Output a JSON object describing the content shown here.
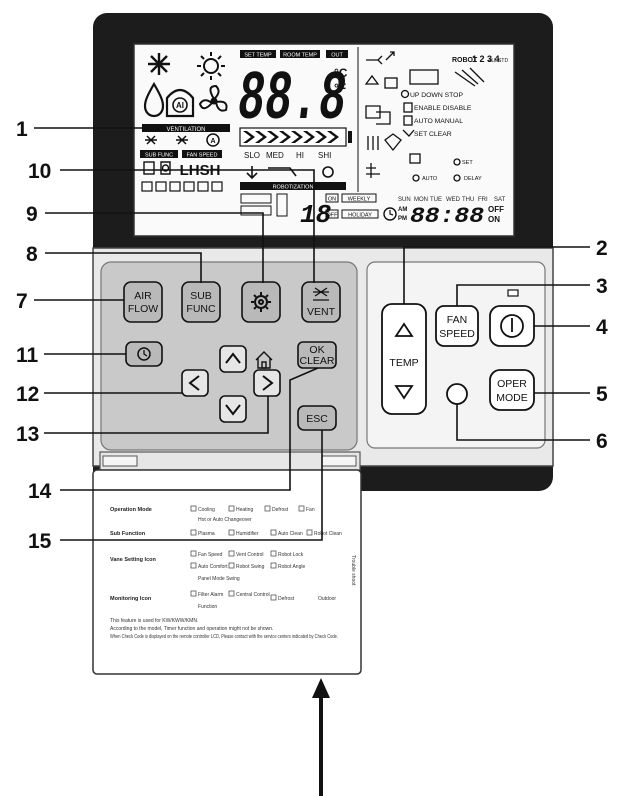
{
  "lcd": {
    "top_tags": [
      "SET TEMP",
      "ROOM TEMP",
      "OUT"
    ],
    "digits": "88.8",
    "unit_c": "°C",
    "unit_f": "°F",
    "ai_label": "AI",
    "ventilation_label": "VENTILATION",
    "fan_speeds": [
      "SLO",
      "MED",
      "HI",
      "SHI"
    ],
    "subfunc_label": "SUB FUNC",
    "fan_speed_label": "FAN SPEED",
    "lhsh": "LHSH",
    "robot_label": "ROBOTIZATION",
    "right_col": {
      "robot_title": "ROBOT",
      "nums": "1 2 3 4",
      "all_std": "ALL STD",
      "up_down_stop": "UP DOWN STOP",
      "enable_disable": "ENABLE DISABLE",
      "auto_manual": "AUTO MANUAL",
      "set_clear": "SET CLEAR",
      "set": "SET",
      "auto": "AUTO",
      "delay": "DELAY"
    },
    "timer_row": {
      "on": "ON",
      "weekly": "WEEKLY",
      "off": "OFF",
      "holiday": "HOLIDAY",
      "am": "AM",
      "pm": "PM",
      "digits": "88:88",
      "off2": "OFF",
      "on2": "ON",
      "days": [
        "SUN",
        "MON",
        "TUE",
        "WED",
        "THU",
        "FRI",
        "SAT"
      ]
    }
  },
  "buttons": {
    "air_flow": [
      "AIR",
      "FLOW"
    ],
    "sub_func": [
      "SUB",
      "FUNC"
    ],
    "vent": "VENT",
    "ok_clear": [
      "OK",
      "CLEAR"
    ],
    "esc": "ESC",
    "fan_speed": [
      "FAN",
      "SPEED"
    ],
    "oper_mode": [
      "OPER",
      "MODE"
    ],
    "temp": "TEMP"
  },
  "callouts": [
    "1",
    "2",
    "3",
    "4",
    "5",
    "6",
    "7",
    "8",
    "9",
    "10",
    "11",
    "12",
    "13",
    "14",
    "15"
  ],
  "legend": {
    "rows": [
      {
        "head": "Operation Mode",
        "items": [
          "Cooling",
          "Heating",
          "Defrost",
          "Fan",
          "Hot or Auto Changeover"
        ]
      },
      {
        "head": "Sub Function",
        "items": [
          "Plasma",
          "Humidifier",
          "Auto Clean",
          "Robot Clean"
        ]
      },
      {
        "head": "Vane Setting Icon",
        "items": [
          "Fan Speed",
          "Vent Control",
          "Robot Lock",
          "Auto Comfort",
          "Robot Swing",
          "Robot Angle",
          "Panel Mode Swing"
        ]
      },
      {
        "head": "Monitoring Icon",
        "items": [
          "Filter Alarm",
          "Central Control",
          "Defrost",
          "Outdoor",
          "Function"
        ]
      }
    ],
    "notes": [
      "This feature is used for KW/KWW/KMN.",
      "According to the model, Timer function and operation might not be shown.",
      "When Check Code is displayed on the remote controller LCD, Please contact with the service centers indicated by Check Code."
    ],
    "side_text": "Trouble shoot"
  }
}
